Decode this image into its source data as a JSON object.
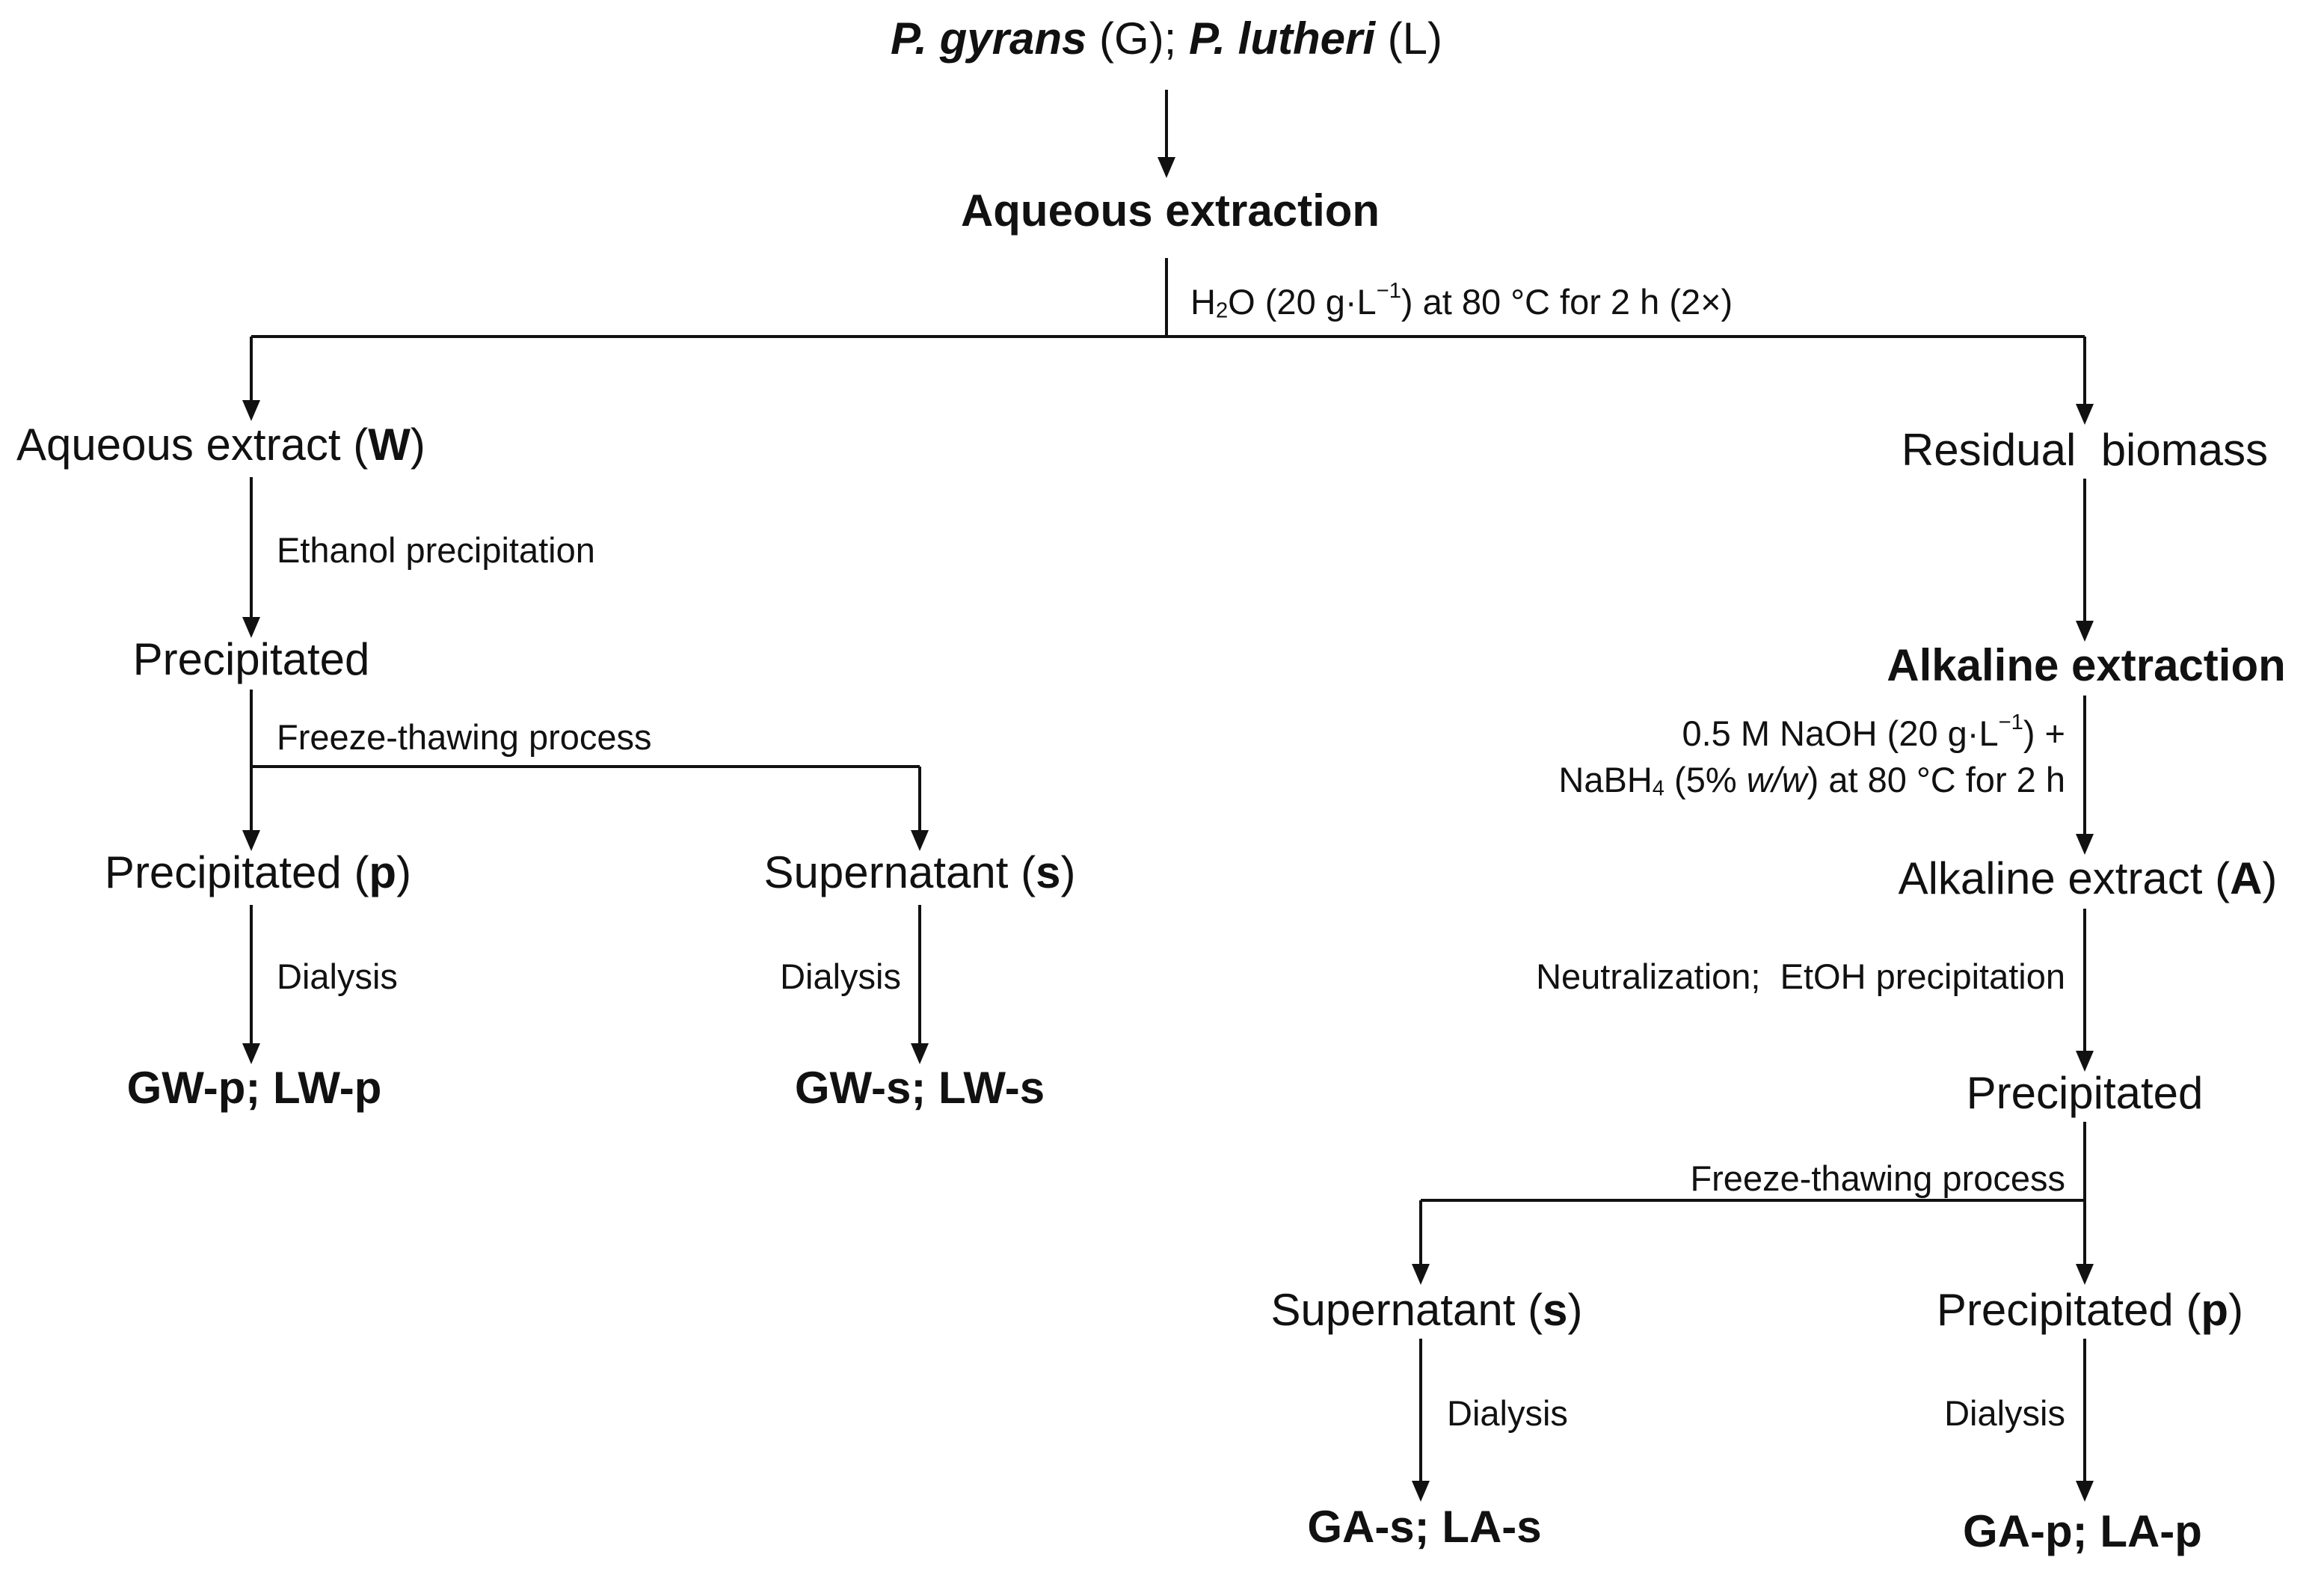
{
  "title": {
    "species_1": "P. gyrans",
    "code_1": "G",
    "species_2": "P. lutheri",
    "code_2": "L"
  },
  "aqueous_extraction": {
    "label": "Aqueous extraction",
    "conditions": {
      "prefix": "H",
      "sub": "2",
      "middle": "O (20 g·L",
      "sup": "−1",
      "suffix": ") at 80 °C for 2 h (2×)"
    }
  },
  "aqueous_extract": {
    "label": "Aqueous extract (",
    "code": "W",
    "close": ")"
  },
  "ethanol_precipitation": "Ethanol precipitation",
  "precipitated_w": "Precipitated",
  "freeze_thaw_w": "Freeze-thawing process",
  "w_precipitated": {
    "label": "Precipitated (",
    "code": "p",
    "close": ")"
  },
  "w_supernatant": {
    "label": "Supernatant (",
    "code": "s",
    "close": ")"
  },
  "dialysis": "Dialysis",
  "product_gw_p": "GW-p; LW-p",
  "product_gw_s": "GW-s; LW-s",
  "residual_biomass": "Residual  biomass",
  "alkaline_extraction": {
    "label": "Alkaline extraction",
    "conditions": {
      "line1_prefix": "0.5 M NaOH (20 g·L",
      "line1_sup": "−1",
      "line1_suffix": ") +",
      "line2_prefix": "NaBH",
      "line2_sub": "4",
      "line2_middle": " (5% ",
      "line2_italic": "w/w",
      "line2_suffix": ") at 80 °C for 2 h"
    }
  },
  "alkaline_extract": {
    "label": "Alkaline extract (",
    "code": "A",
    "close": ")"
  },
  "neutralization": "Neutralization;  EtOH precipitation",
  "precipitated_a": "Precipitated",
  "freeze_thaw_a": "Freeze-thawing process",
  "a_supernatant": {
    "label": "Supernatant (",
    "code": "s",
    "close": ")"
  },
  "a_precipitated": {
    "label": "Precipitated (",
    "code": "p",
    "close": ")"
  },
  "product_ga_s": "GA-s; LA-s",
  "product_ga_p": "GA-p; LA-p",
  "colors": {
    "line": "#111111",
    "text": "#111111",
    "background": "#ffffff"
  }
}
